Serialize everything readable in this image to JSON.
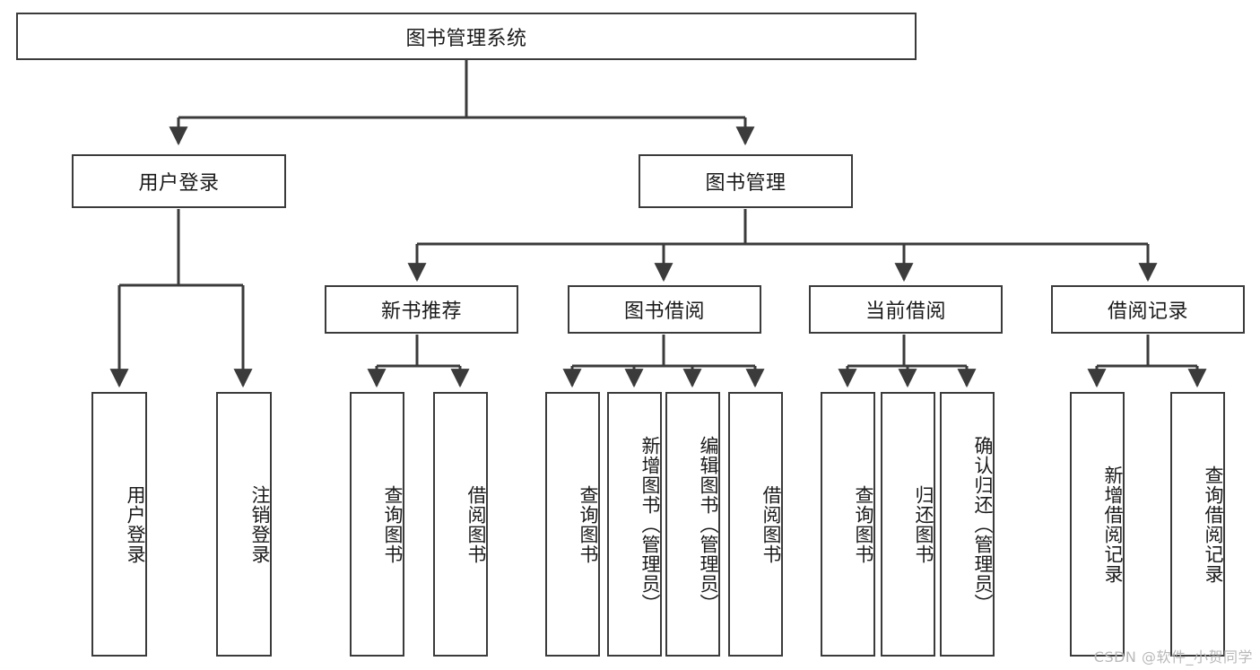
{
  "diagram": {
    "title": "图书管理系统",
    "type": "tree-hierarchy",
    "root": {
      "label": "图书管理系统"
    },
    "level1": [
      {
        "label": "用户登录"
      },
      {
        "label": "图书管理"
      }
    ],
    "level2": [
      {
        "label": "新书推荐"
      },
      {
        "label": "图书借阅"
      },
      {
        "label": "当前借阅"
      },
      {
        "label": "借阅记录"
      }
    ],
    "leaves": {
      "user_login": [
        {
          "label": "用户登录"
        },
        {
          "label": "注销登录"
        }
      ],
      "new_book_recommend": [
        {
          "label": "查询图书"
        },
        {
          "label": "借阅图书"
        }
      ],
      "book_borrow": [
        {
          "label": "查询图书"
        },
        {
          "label": "新增图书（管理员）"
        },
        {
          "label": "编辑图书（管理员）"
        },
        {
          "label": "借阅图书"
        }
      ],
      "current_borrow": [
        {
          "label": "查询图书"
        },
        {
          "label": "归还图书"
        },
        {
          "label": "确认归还（管理员）"
        }
      ],
      "borrow_record": [
        {
          "label": "新增借阅记录"
        },
        {
          "label": "查询借阅记录"
        }
      ]
    }
  },
  "watermark": {
    "text": "CSDN @软件_小贺同学"
  },
  "colors": {
    "stroke": "#3b3b3b",
    "fill": "#ffffff",
    "text": "#1a1a1a",
    "watermark": "#b9b9b9"
  }
}
